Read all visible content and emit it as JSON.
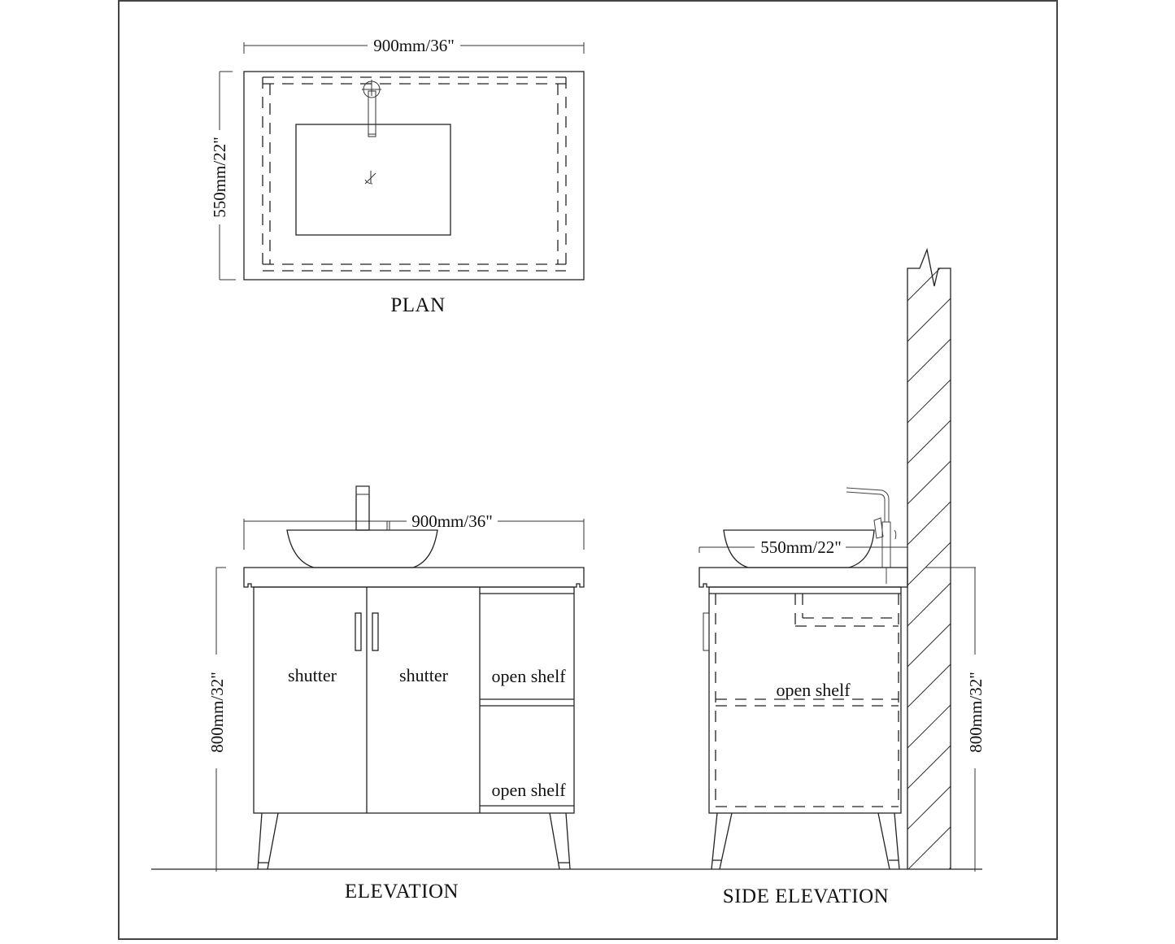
{
  "drawing": {
    "views": {
      "plan": {
        "title": "PLAN",
        "width_dim": "900mm/36\"",
        "depth_dim": "550mm/22\""
      },
      "elevation": {
        "title": "ELEVATION",
        "width_dim": "900mm/36\"",
        "height_dim": "800mm/32\"",
        "labels": {
          "shutter_left": "shutter",
          "shutter_right": "shutter",
          "open_shelf_top": "open shelf",
          "open_shelf_bottom": "open shelf"
        }
      },
      "side_elevation": {
        "title": "SIDE ELEVATION",
        "depth_dim": "550mm/22\"",
        "height_dim": "800mm/32\"",
        "labels": {
          "open_shelf": "open shelf"
        }
      }
    },
    "colors": {
      "line": "#222222",
      "background": "#ffffff"
    }
  }
}
